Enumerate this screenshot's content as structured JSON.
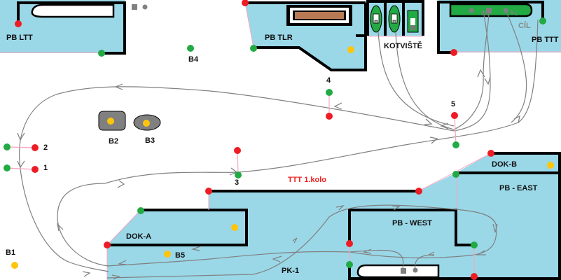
{
  "colors": {
    "water": "#9ad8e8",
    "wall": "#000000",
    "signal_go": "#22aa44",
    "signal_stop": "#ee1c24",
    "buoy": "#ffc40c",
    "track": "#808080",
    "boat_green": "#22aa44",
    "label_red": "#ee2222"
  },
  "areas": [
    {
      "id": "pb-ltt",
      "label": "PB LTT"
    },
    {
      "id": "pb-tlr",
      "label": "PB TLR"
    },
    {
      "id": "kotviste",
      "label": "KOTVIŠTĚ"
    },
    {
      "id": "pb-ttt",
      "label": "PB TTT"
    },
    {
      "id": "cil",
      "label": "CÍL"
    },
    {
      "id": "dok-b",
      "label": "DOK-B"
    },
    {
      "id": "pb-east",
      "label": "PB - EAST"
    },
    {
      "id": "pb-west",
      "label": "PB - WEST"
    },
    {
      "id": "dok-a",
      "label": "DOK-A"
    },
    {
      "id": "pk-1",
      "label": "PK-1"
    }
  ],
  "route_title": "TTT 1.kolo",
  "gates": [
    {
      "number": "1"
    },
    {
      "number": "2"
    },
    {
      "number": "3"
    },
    {
      "number": "4"
    },
    {
      "number": "5"
    }
  ],
  "buoys": [
    {
      "label": "B1"
    },
    {
      "label": "B2"
    },
    {
      "label": "B3"
    },
    {
      "label": "B4"
    },
    {
      "label": "B5"
    }
  ]
}
